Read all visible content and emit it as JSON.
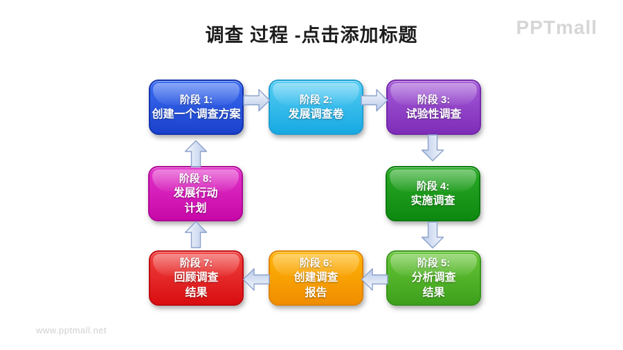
{
  "header": {
    "title": "调查 过程 -点击添加标题",
    "logo": "PPTmall"
  },
  "footer": {
    "watermark": "www.pptmall.net"
  },
  "diagram": {
    "arrow_colors": {
      "fill_top": "#f6f9fe",
      "fill_bottom": "#b9c9e8",
      "stroke": "#8ba1cc"
    },
    "stages": [
      {
        "id": 1,
        "label": "阶段 1:",
        "name": "创建一个调查方案",
        "color_top": "#3b6df2",
        "color_bottom": "#1a41cc",
        "border_color": "#1233ae"
      },
      {
        "id": 2,
        "label": "阶段 2:",
        "name": "发展调查卷",
        "color_top": "#55cdf4",
        "color_bottom": "#17a9e2",
        "border_color": "#1e9fd4"
      },
      {
        "id": 3,
        "label": "阶段 3:",
        "name": "试验性调查",
        "color_top": "#a55bd8",
        "color_bottom": "#7e2db8",
        "border_color": "#7326ab"
      },
      {
        "id": 4,
        "label": "阶段 4:",
        "name": "实施调查",
        "color_top": "#2cab27",
        "color_bottom": "#0d8810",
        "border_color": "#0c7c0e"
      },
      {
        "id": 5,
        "label": "阶段 5:",
        "name": "分析调查\n结果",
        "color_top": "#68c637",
        "color_bottom": "#3da01c",
        "border_color": "#38941a"
      },
      {
        "id": 6,
        "label": "阶段 6:",
        "name": "创建调查\n报告",
        "color_top": "#ffb507",
        "color_bottom": "#f08d00",
        "border_color": "#e08300"
      },
      {
        "id": 7,
        "label": "阶段 7:",
        "name": "回顾调查\n结果",
        "color_top": "#f04340",
        "color_bottom": "#d90d10",
        "border_color": "#c20a0e"
      },
      {
        "id": 8,
        "label": "阶段 8:",
        "name": "发展行动\n计划",
        "color_top": "#e233ca",
        "color_bottom": "#c708a8",
        "border_color": "#b00795"
      }
    ],
    "arrows": [
      {
        "from": 1,
        "to": 2,
        "direction": "right"
      },
      {
        "from": 2,
        "to": 3,
        "direction": "right"
      },
      {
        "from": 3,
        "to": 4,
        "direction": "down"
      },
      {
        "from": 4,
        "to": 5,
        "direction": "down"
      },
      {
        "from": 5,
        "to": 6,
        "direction": "left"
      },
      {
        "from": 6,
        "to": 7,
        "direction": "left"
      },
      {
        "from": 7,
        "to": 8,
        "direction": "up"
      },
      {
        "from": 8,
        "to": 1,
        "direction": "up"
      }
    ]
  }
}
